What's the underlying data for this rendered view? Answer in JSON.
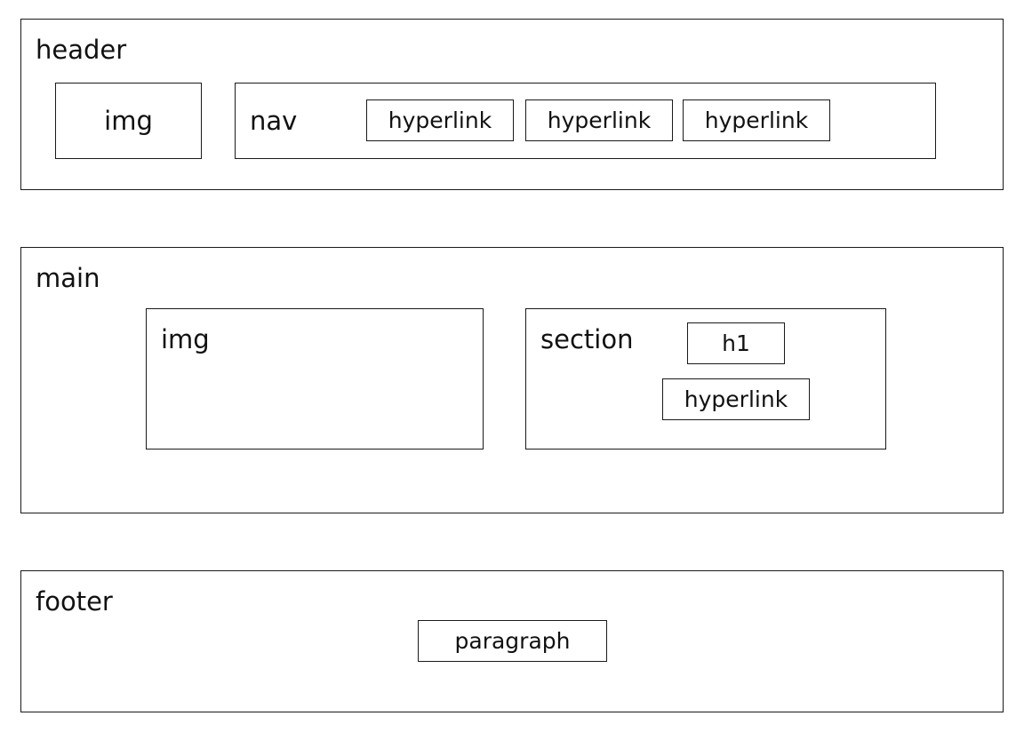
{
  "header": {
    "label": "header",
    "img_label": "img",
    "nav": {
      "label": "nav",
      "links": [
        "hyperlink",
        "hyperlink",
        "hyperlink"
      ]
    }
  },
  "main": {
    "label": "main",
    "img_label": "img",
    "section": {
      "label": "section",
      "h1_label": "h1",
      "link_label": "hyperlink"
    }
  },
  "footer": {
    "label": "footer",
    "paragraph_label": "paragraph"
  }
}
